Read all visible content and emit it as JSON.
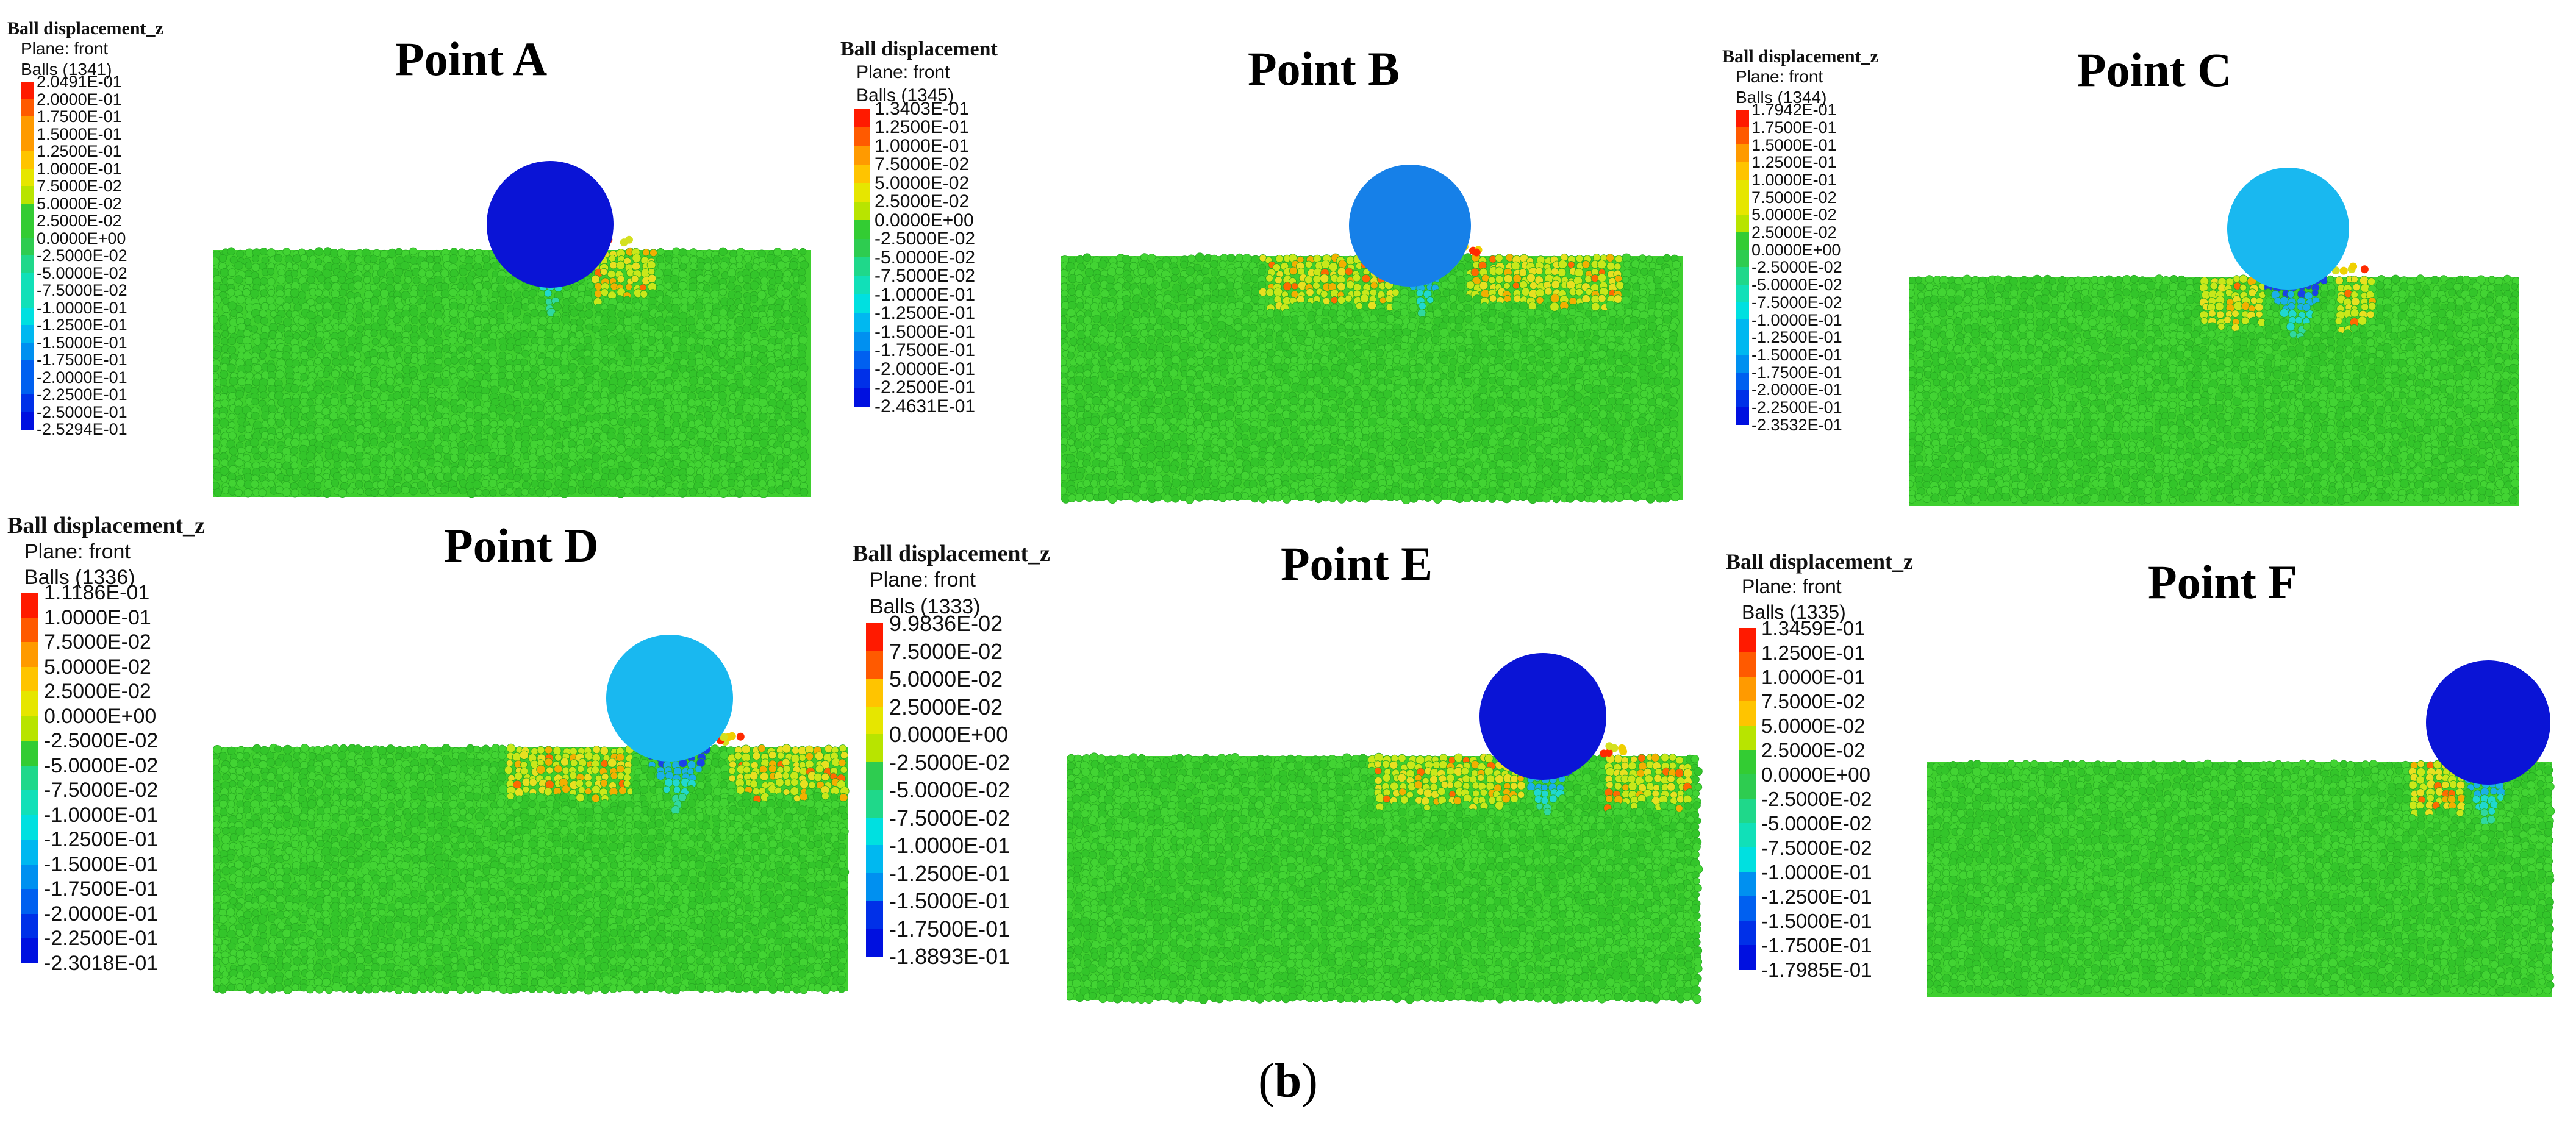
{
  "figure": {
    "caption_open": "(",
    "caption_letter": "b",
    "caption_close": ")"
  },
  "palette": {
    "red": "#ff1a00",
    "orange_red": "#ff5a00",
    "orange": "#ff9a00",
    "amber": "#ffc400",
    "yellow": "#e6e600",
    "yellow_green": "#b8e400",
    "green": "#33cc33",
    "green_mid": "#2ecc50",
    "spring": "#1fd88a",
    "aqua_green": "#11e0b8",
    "cyan": "#00e0e0",
    "sky": "#00b8f0",
    "azure": "#0090f0",
    "blue": "#0060f0",
    "royal": "#0030e8",
    "deep_blue": "#0010e0",
    "soil_green": "#3ecf2e",
    "rigid_ball_dark_blue": "#0a14d6",
    "rigid_ball_mid_blue": "#1680e8",
    "rigid_ball_light_blue": "#19b8f0"
  },
  "panels": [
    {
      "id": "A",
      "title": "Point A",
      "legend": {
        "title": "Ball displacement_z",
        "plane": "Plane: front",
        "balls": "Balls (1341)",
        "labels": [
          "2.0491E-01",
          "2.0000E-01",
          "1.7500E-01",
          "1.5000E-01",
          "1.2500E-01",
          "1.0000E-01",
          "7.5000E-02",
          "5.0000E-02",
          "2.5000E-02",
          "0.0000E+00",
          "-2.5000E-02",
          "-5.0000E-02",
          "-7.5000E-02",
          "-1.0000E-01",
          "-1.2500E-01",
          "-1.5000E-01",
          "-1.7500E-01",
          "-2.0000E-01",
          "-2.2500E-01",
          "-2.5000E-01",
          "-2.5294E-01"
        ]
      }
    },
    {
      "id": "B",
      "title": "Point B",
      "legend": {
        "title": "Ball displacement",
        "plane": "Plane: front",
        "balls": "Balls (1345)",
        "labels": [
          "1.3403E-01",
          "1.2500E-01",
          "1.0000E-01",
          "7.5000E-02",
          "5.0000E-02",
          "2.5000E-02",
          "0.0000E+00",
          "-2.5000E-02",
          "-5.0000E-02",
          "-7.5000E-02",
          "-1.0000E-01",
          "-1.2500E-01",
          "-1.5000E-01",
          "-1.7500E-01",
          "-2.0000E-01",
          "-2.2500E-01",
          "-2.4631E-01"
        ]
      }
    },
    {
      "id": "C",
      "title": "Point C",
      "legend": {
        "title": "Ball displacement_z",
        "plane": "Plane: front",
        "balls": "Balls (1344)",
        "labels": [
          "1.7942E-01",
          "1.7500E-01",
          "1.5000E-01",
          "1.2500E-01",
          "1.0000E-01",
          "7.5000E-02",
          "5.0000E-02",
          "2.5000E-02",
          "0.0000E+00",
          "-2.5000E-02",
          "-5.0000E-02",
          "-7.5000E-02",
          "-1.0000E-01",
          "-1.2500E-01",
          "-1.5000E-01",
          "-1.7500E-01",
          "-2.0000E-01",
          "-2.2500E-01",
          "-2.3532E-01"
        ]
      }
    },
    {
      "id": "D",
      "title": "Point D",
      "legend": {
        "title": "Ball displacement_z",
        "plane": "Plane: front",
        "balls": "Balls (1336)",
        "labels": [
          "1.1186E-01",
          "1.0000E-01",
          "7.5000E-02",
          "5.0000E-02",
          "2.5000E-02",
          "0.0000E+00",
          "-2.5000E-02",
          "-5.0000E-02",
          "-7.5000E-02",
          "-1.0000E-01",
          "-1.2500E-01",
          "-1.5000E-01",
          "-1.7500E-01",
          "-2.0000E-01",
          "-2.2500E-01",
          "-2.3018E-01"
        ]
      }
    },
    {
      "id": "E",
      "title": "Point E",
      "legend": {
        "title": "Ball displacement_z",
        "plane": "Plane: front",
        "balls": "Balls (1333)",
        "labels": [
          "9.9836E-02",
          "7.5000E-02",
          "5.0000E-02",
          "2.5000E-02",
          "0.0000E+00",
          "-2.5000E-02",
          "-5.0000E-02",
          "-7.5000E-02",
          "-1.0000E-01",
          "-1.2500E-01",
          "-1.5000E-01",
          "-1.7500E-01",
          "-1.8893E-01"
        ]
      }
    },
    {
      "id": "F",
      "title": "Point F",
      "legend": {
        "title": "Ball displacement_z",
        "plane": "Plane: front",
        "balls": "Balls (1335)",
        "labels": [
          "1.3459E-01",
          "1.2500E-01",
          "1.0000E-01",
          "7.5000E-02",
          "5.0000E-02",
          "2.5000E-02",
          "0.0000E+00",
          "-2.5000E-02",
          "-5.0000E-02",
          "-7.5000E-02",
          "-1.0000E-01",
          "-1.2500E-01",
          "-1.5000E-01",
          "-1.7500E-01",
          "-1.7985E-01"
        ]
      }
    }
  ]
}
